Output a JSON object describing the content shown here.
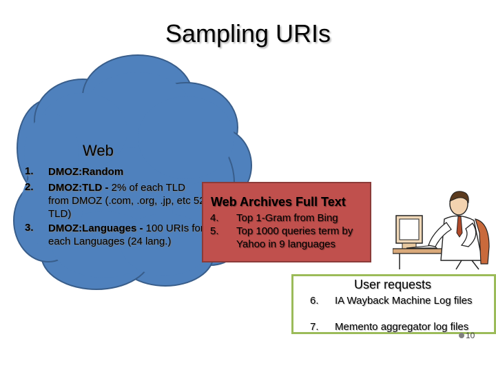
{
  "slide": {
    "title": "Sampling URIs",
    "page_number": "10"
  },
  "web": {
    "label": "Web",
    "items": [
      {
        "num": "1.",
        "bold": "DMOZ:Random",
        "rest": ""
      },
      {
        "num": "2.",
        "bold": "DMOZ:TLD - ",
        "rest": "2% of each TLD from DMOZ  (.com, .org, .jp, etc 52 TLD)"
      },
      {
        "num": "3.",
        "bold": "DMOZ:Languages - ",
        "rest": "100 URIs for each Languages (24 lang.)"
      }
    ]
  },
  "archives": {
    "title": "Web Archives Full Text",
    "items": [
      {
        "num": "4.",
        "text": "Top 1-Gram from Bing"
      },
      {
        "num": "5.",
        "text": "Top 1000 queries term by Yahoo in 9 languages"
      }
    ],
    "colors": {
      "fill": "#c0504d",
      "border": "#8b3b39"
    }
  },
  "user_requests": {
    "title": "User requests",
    "items": [
      {
        "num": "6.",
        "text": "IA Wayback Machine Log files"
      },
      {
        "num": "7.",
        "text": "Memento aggregator log files"
      }
    ],
    "colors": {
      "border": "#9bbb59"
    }
  },
  "colors": {
    "cloud_fill": "#4f81bd",
    "cloud_stroke": "#385d8a"
  },
  "clipart": {
    "icon": "businessman-at-desk-icon"
  }
}
